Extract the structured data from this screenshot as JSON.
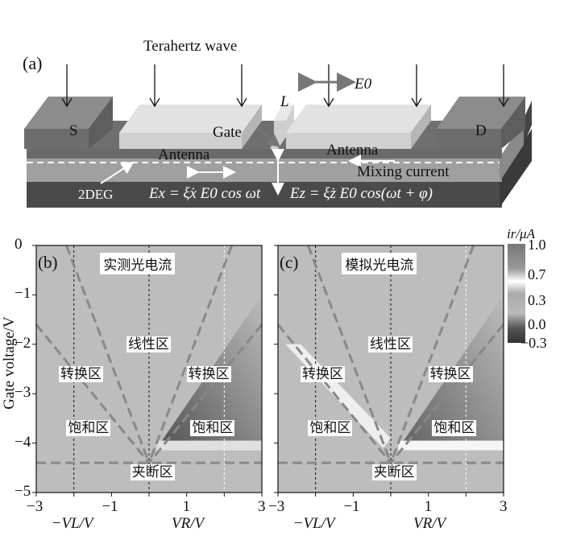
{
  "panel_a": {
    "label": "(a)",
    "wave_label": "Terahertz wave",
    "field_label": "E0",
    "source_label": "S",
    "drain_label": "D",
    "antenna_left": "Antenna",
    "antenna_right": "Antenna",
    "gate_label": "Gate",
    "gate_length_label": "L",
    "twodeg_label": "2DEG",
    "mixing_label": "Mixing current",
    "ex_formula": "Ex = ξ̇x E0 cos ωt",
    "ez_formula": "Ez = ξ̇z E0 cos(ωt + φ)"
  },
  "chart_data": [
    {
      "type": "heatmap",
      "panel": "(b)",
      "title": "实测光电流",
      "xlabel_left": "−VL/V",
      "xlabel_right": "VR/V",
      "ylabel": "Gate voltage/V",
      "xlim": [
        -3,
        3
      ],
      "ylim": [
        -5,
        0
      ],
      "xticks": [
        "−3",
        "−1",
        "1",
        "3"
      ],
      "xtick_values": [
        -3,
        -1,
        1,
        3
      ],
      "yticks": [
        "0",
        "−1",
        "−2",
        "−3",
        "−4",
        "−5"
      ],
      "ytick_values": [
        0,
        -1,
        -2,
        -3,
        -4,
        -5
      ],
      "regions": [
        "线性区",
        "转换区",
        "转换区",
        "饱和区",
        "饱和区",
        "夹断区"
      ],
      "threshold_voltage": -4.4
    },
    {
      "type": "heatmap",
      "panel": "(c)",
      "title": "模拟光电流",
      "xlabel_left": "−VL/V",
      "xlabel_right": "VR/V",
      "xlim": [
        -3,
        3
      ],
      "ylim": [
        -5,
        0
      ],
      "xticks": [
        "−3",
        "−1",
        "1",
        "3"
      ],
      "xtick_values": [
        -3,
        -1,
        1,
        3
      ],
      "yticks": [
        "0",
        "−1",
        "−2",
        "−3",
        "−4",
        "−5"
      ],
      "ytick_values": [
        0,
        -1,
        -2,
        -3,
        -4,
        -5
      ],
      "regions": [
        "线性区",
        "转换区",
        "转换区",
        "饱和区",
        "饱和区",
        "夹断区"
      ],
      "threshold_voltage": -4.4
    }
  ],
  "colorbar": {
    "title": "ir/μA",
    "ticks": [
      "1.0",
      "0.7",
      "0.3",
      "0.0",
      "−0.3"
    ],
    "range": [
      -0.3,
      1.0
    ]
  }
}
